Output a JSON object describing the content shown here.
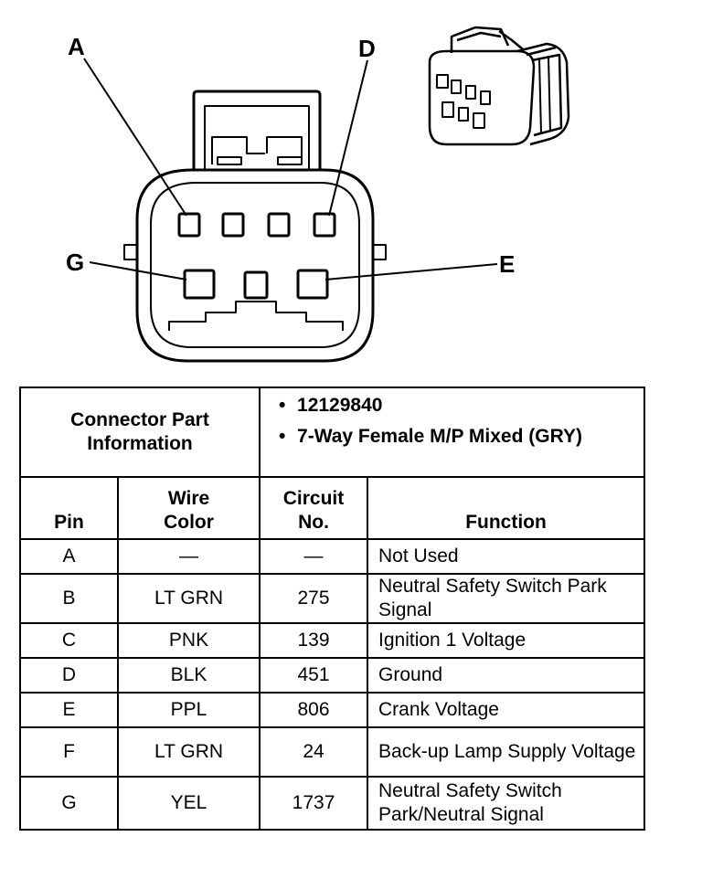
{
  "diagram": {
    "callouts": {
      "a": "A",
      "d": "D",
      "g": "G",
      "e": "E"
    }
  },
  "connector_info": {
    "label": "Connector Part Information",
    "details": [
      "12129840",
      "7-Way Female M/P Mixed (GRY)"
    ]
  },
  "columns": {
    "pin": "Pin",
    "wire_color": "Wire Color",
    "circuit_no": "Circuit No.",
    "function": "Function"
  },
  "rows": [
    {
      "pin": "A",
      "wire_color": "—",
      "circuit": "—",
      "function": "Not Used"
    },
    {
      "pin": "B",
      "wire_color": "LT GRN",
      "circuit": "275",
      "function": "Neutral Safety Switch Park Signal"
    },
    {
      "pin": "C",
      "wire_color": "PNK",
      "circuit": "139",
      "function": "Ignition 1 Voltage"
    },
    {
      "pin": "D",
      "wire_color": "BLK",
      "circuit": "451",
      "function": "Ground"
    },
    {
      "pin": "E",
      "wire_color": "PPL",
      "circuit": "806",
      "function": "Crank Voltage"
    },
    {
      "pin": "F",
      "wire_color": "LT GRN",
      "circuit": "24",
      "function": "Back-up Lamp Supply Voltage"
    },
    {
      "pin": "G",
      "wire_color": "YEL",
      "circuit": "1737",
      "function": "Neutral Safety Switch Park/Neutral Signal"
    }
  ],
  "colors": {
    "ink": "#000000",
    "paper": "#ffffff"
  }
}
